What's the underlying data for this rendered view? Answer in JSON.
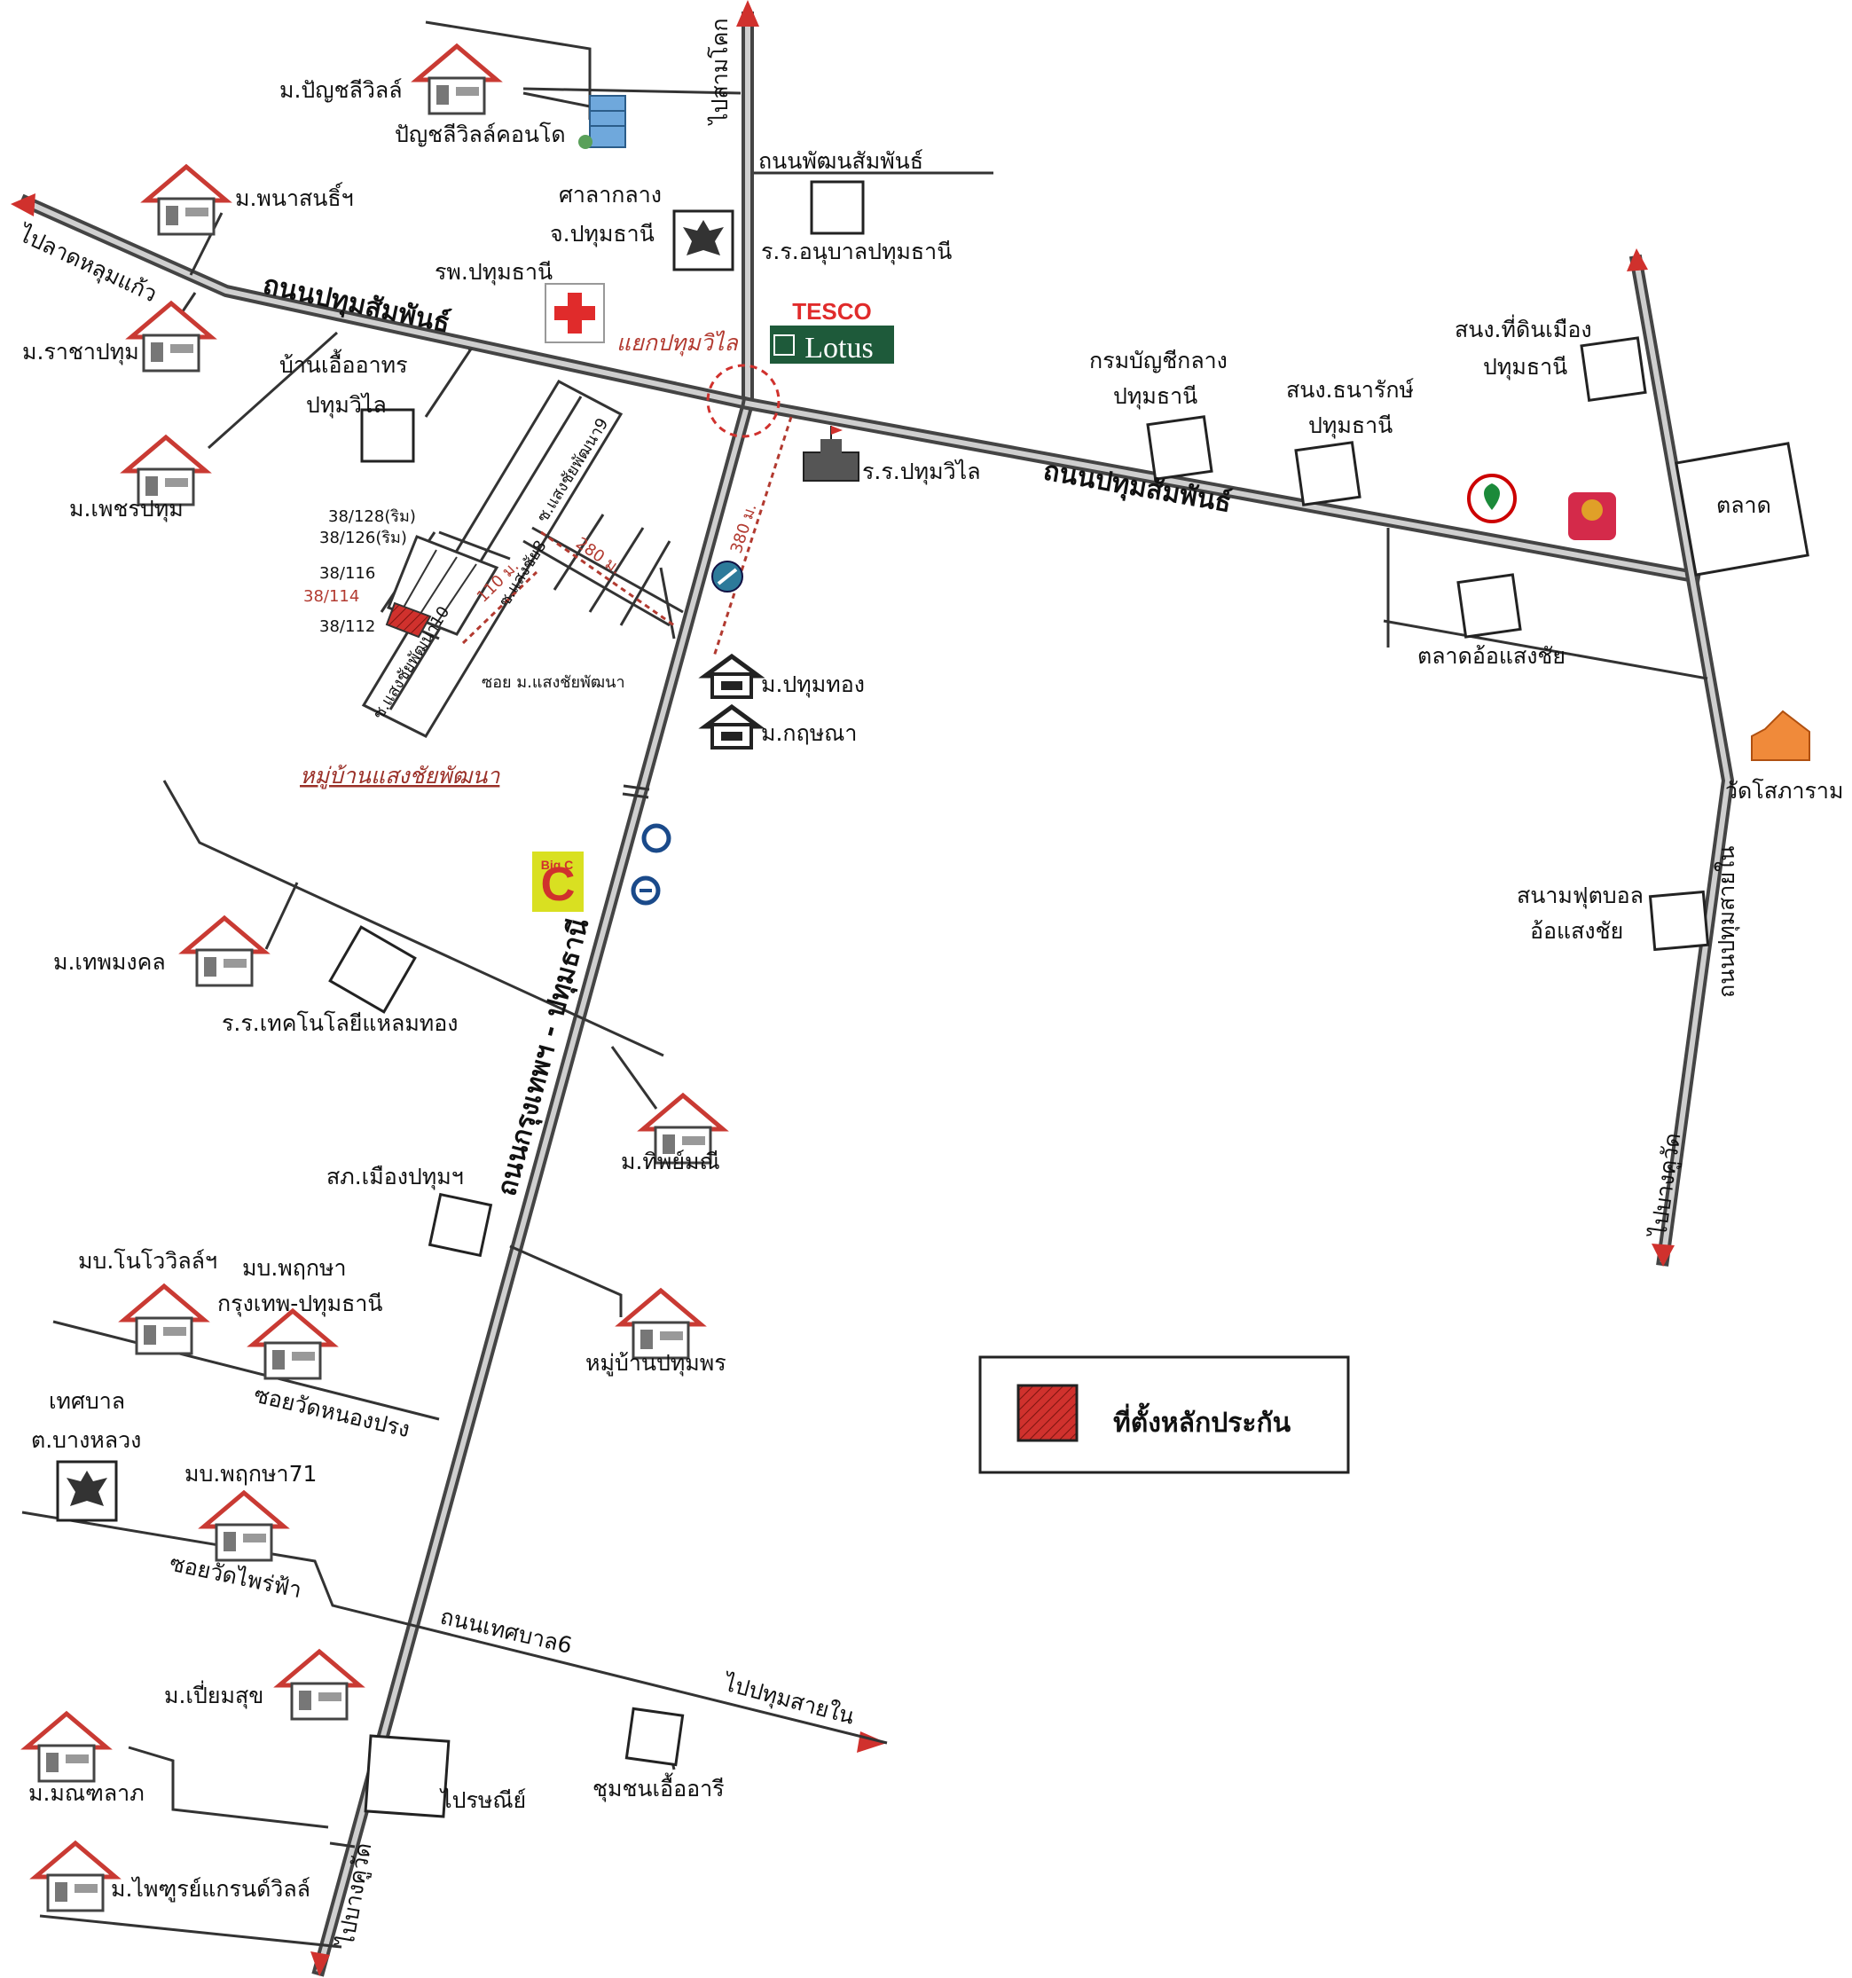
{
  "colors": {
    "road": "#444444",
    "accent": "#d0312d",
    "house_roof": "#c93a33",
    "lotus_bg": "#1e5a3a",
    "temple": "#f08a3a"
  },
  "labels": {
    "to_sam_khok": "ไปสามโคก",
    "to_lat_lum_kaeo": "ไปลาดหลุมแก้ว",
    "to_bang_khu_wat": "ไปบางคูวัด",
    "to_bang_khu_wat_south": "ไปบางคูวัด",
    "to_pathum_sai_nai": "ไปปทุมสายใน",
    "road_phatthana_samphan": "ถนนพัฒนสัมพันธ์",
    "road_pathum_samphan_w": "ถนนปทุมสัมพันธ์",
    "road_pathum_samphan_e": "ถนนปทุมสัมพันธ์",
    "road_krungthep_pathum": "ถนนกรุงเทพฯ - ปทุมธานี",
    "road_pathum_sai_nai": "ถนนปทุมสายใน",
    "road_thetsaban6": "ถนนเทศบาล6",
    "soi_wat_nong_prong": "ซอยวัดหนองปรง",
    "soi_wat_phrai_fa": "ซอยวัดไพร่ฟ้า",
    "intersection": "แยกปทุมวิไล",
    "m_panyasiri": "ม.ปัญชลีวิลล์",
    "panyasiri_condo": "ปัญชลีวิลล์คอนโด",
    "m_phana": "ม.พนาสนธิ์ฯ",
    "court_1": "ศาลากลาง",
    "court_2": "จ.ปทุมธานี",
    "kindergarten": "ร.ร.อนุบาลปทุมธานี",
    "hospital": "รพ.ปทุมธานี",
    "m_racha": "ม.ราชาปทุม",
    "baan_uea_1": "บ้านเอื้ออาทร",
    "baan_uea_2": "ปทุมวิไล",
    "m_phet": "ม.เพชรปทุม",
    "school_pathumwilai": "ร.ร.ปทุมวิไล",
    "comptroller_1": "กรมบัญชีกลาง",
    "comptroller_2": "ปทุมธานี",
    "treasury_1": "สนง.ธนารักษ์",
    "treasury_2": "ปทุมธานี",
    "land_1": "สนง.ที่ดินเมือง",
    "land_2": "ปทุมธานี",
    "market": "ตลาด",
    "market_ao": "ตลาดอ้อแสงชัย",
    "temple_sopharam": "วัดโสภาราม",
    "football_1": "สนามฟุตบอล",
    "football_2": "อ้อแสงชัย",
    "plot_128": "38/128(ริม)",
    "plot_126": "38/126(ริม)",
    "plot_116": "38/116",
    "plot_114": "38/114",
    "plot_112": "38/112",
    "soi_saengchai_9": "ซ.แสงชัยพัฒนา9",
    "soi_saengchai_8": "ซ.แสงชัย8",
    "soi_saengchai_10": "ซ.แสงชัยพัฒนา10",
    "soi_saengchai_lower": "ซ.แสงชัยพัฒนา",
    "soi_m_saengchai": "ซอย ม.แสงชัยพัฒนา",
    "dist_110": "110 ม.",
    "dist_280": "280 ม.",
    "dist_380": "380 ม.",
    "village_saengchai": "หมู่บ้านแสงชัยพัฒนา",
    "m_pathum_thong": "ม.ปทุมทอง",
    "m_kritsana": "ม.กฤษณา",
    "m_thep": "ม.เทพมงคล",
    "tech_school": "ร.ร.เทคโนโลยีแหลมทอง",
    "m_thip": "ม.ทิพย์มณี",
    "police": "สภ.เมืองปทุมฯ",
    "m_novo": "มบ.โนโววิลล์ฯ",
    "m_pruksa_1": "มบ.พฤกษา",
    "m_pruksa_2": "กรุงเทพ-ปทุมธานี",
    "village_pathumphon": "หมู่บ้านปทุมพร",
    "municipal_1": "เทศบาล",
    "municipal_2": "ต.บางหลวง",
    "m_pruksa71": "มบ.พฤกษา71",
    "m_piam": "ม.เปี่ยมสุข",
    "post": "ไปรษณีย์",
    "post_office": "ไปรษณีย์",
    "m_manee": "ม.มณฑลาภ",
    "community": "ชุมชนเอื้ออารี",
    "m_phaitoon": "ม.ไพฑูรย์แกรนด์วิลล์",
    "post_label": "ไปรษณีย์",
    "tesco": "TESCO",
    "lotus": "Lotus",
    "bigc": "Big C"
  },
  "legend": {
    "text": "ที่ตั้งหลักประกัน"
  }
}
